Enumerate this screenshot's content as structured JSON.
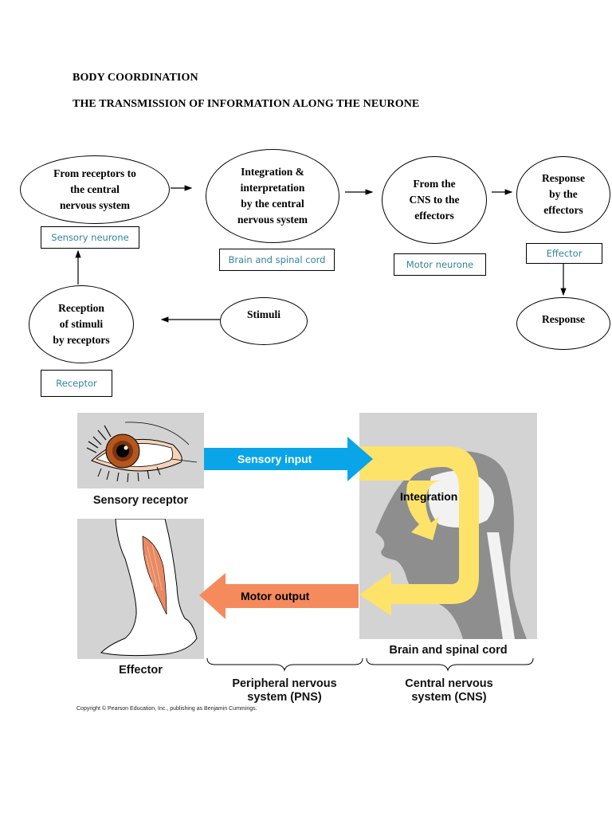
{
  "headings": {
    "title": "BODY COORDINATION",
    "subtitle": "THE TRANSMISSION OF INFORMATION ALONG THE NEURONE"
  },
  "flowchart": {
    "nodes": [
      {
        "id": "receptors-to-cns",
        "text": "From receptors to\nthe central\nnervous system",
        "label": "Sensory neurone"
      },
      {
        "id": "integration",
        "text": "Integration &\ninterpretation\nby the central\nnervous system",
        "label": "Brain and spinal cord"
      },
      {
        "id": "cns-to-effectors",
        "text": "From the\nCNS to the\neffectors",
        "label": "Motor neurone"
      },
      {
        "id": "response-by-effectors",
        "text": "Response\nby the\neffectors",
        "label": "Effector"
      },
      {
        "id": "response",
        "text": "Response"
      },
      {
        "id": "stimuli",
        "text": "Stimuli"
      },
      {
        "id": "reception",
        "text": "Reception\nof stimuli\nby receptors",
        "label": "Receptor"
      }
    ],
    "label_color": "#31849b"
  },
  "figure": {
    "sensory_receptor_caption": "Sensory receptor",
    "effector_caption": "Effector",
    "sensory_input_label": "Sensory input",
    "motor_output_label": "Motor output",
    "integration_label": "Integration",
    "brain_caption": "Brain and spinal cord",
    "pns_caption": "Peripheral nervous\nsystem (PNS)",
    "cns_caption": "Central nervous\nsystem (CNS)",
    "copyright": "Copyright © Pearson Education, Inc., publishing as Benjamin Cummings.",
    "colors": {
      "sensory_input": "#0aa5e8",
      "motor_output": "#f58a5c",
      "integration": "#fde36a",
      "panel": "#d3d3d3",
      "head": "#8e8e8e"
    }
  }
}
